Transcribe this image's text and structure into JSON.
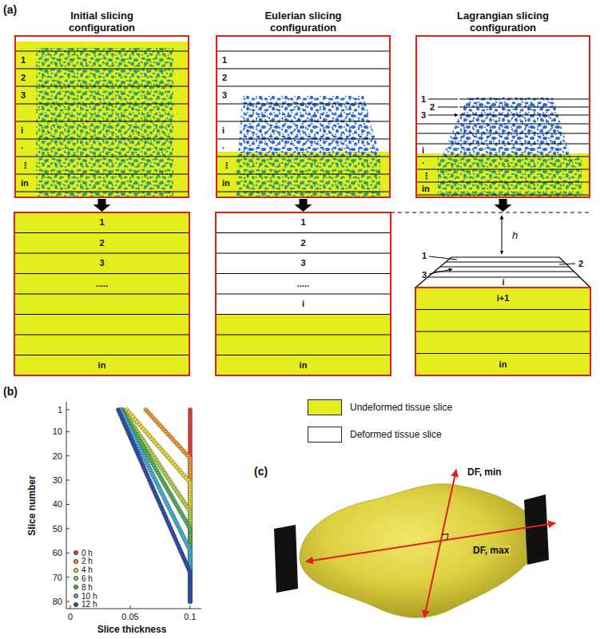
{
  "diagram": {
    "nodes": [
      {
        "text": [
          "Initial slicing configuration"
        ]
      },
      {
        "text": [
          "Eulerian slicing configuration"
        ]
      },
      {
        "text": [
          "Lagrangian slicing configuration"
        ]
      },
      {
        "text": [
          "1"
        ]
      },
      {
        "text": [
          "2"
        ]
      },
      {
        "text": [
          "3"
        ]
      },
      {
        "text": [
          "....."
        ]
      },
      {
        "text": [
          "in"
        ]
      },
      {
        "text": [
          "1"
        ]
      },
      {
        "text": [
          "2"
        ]
      },
      {
        "text": [
          "3"
        ]
      },
      {
        "text": [
          "....."
        ]
      },
      {
        "text": [
          "i"
        ]
      },
      {
        "text": [
          "in"
        ]
      },
      {
        "text": [
          "i"
        ]
      },
      {
        "text": [
          "i+1"
        ]
      },
      {
        "text": [
          "in"
        ]
      }
    ],
    "labels": [
      "(a)",
      "1",
      "2",
      "3",
      "i",
      "·",
      "⋮",
      "in",
      "1",
      "2",
      "3",
      "i",
      "·",
      "⋮",
      "in",
      "1",
      "2",
      "3",
      "i",
      "·",
      "⋮",
      "in",
      "h",
      "1",
      "2",
      "3",
      "(b)",
      "1",
      "10",
      "20",
      "30",
      "40",
      "50",
      "60",
      "70",
      "80",
      "0",
      "0.05",
      "0.1",
      "Slice number",
      "Slice thickness",
      "(c)",
      "DF, min",
      "DF, max"
    ],
    "legend": [
      {
        "text": "Undeformed tissue slice",
        "color": "#e4ee1c"
      },
      {
        "text": "Deformed tissue slice",
        "color": "#ffffff"
      },
      {
        "text": "0 h",
        "color": "#e8423a"
      },
      {
        "text": "2 h",
        "color": "#f39c33"
      },
      {
        "text": "4 h",
        "color": "#e9dd3c"
      },
      {
        "text": "6 h",
        "color": "#b5d652"
      },
      {
        "text": "8 h",
        "color": "#55b35a"
      },
      {
        "text": "10 h",
        "color": "#41b6d9"
      },
      {
        "text": "12 h",
        "color": "#2f4fae"
      }
    ]
  }
}
